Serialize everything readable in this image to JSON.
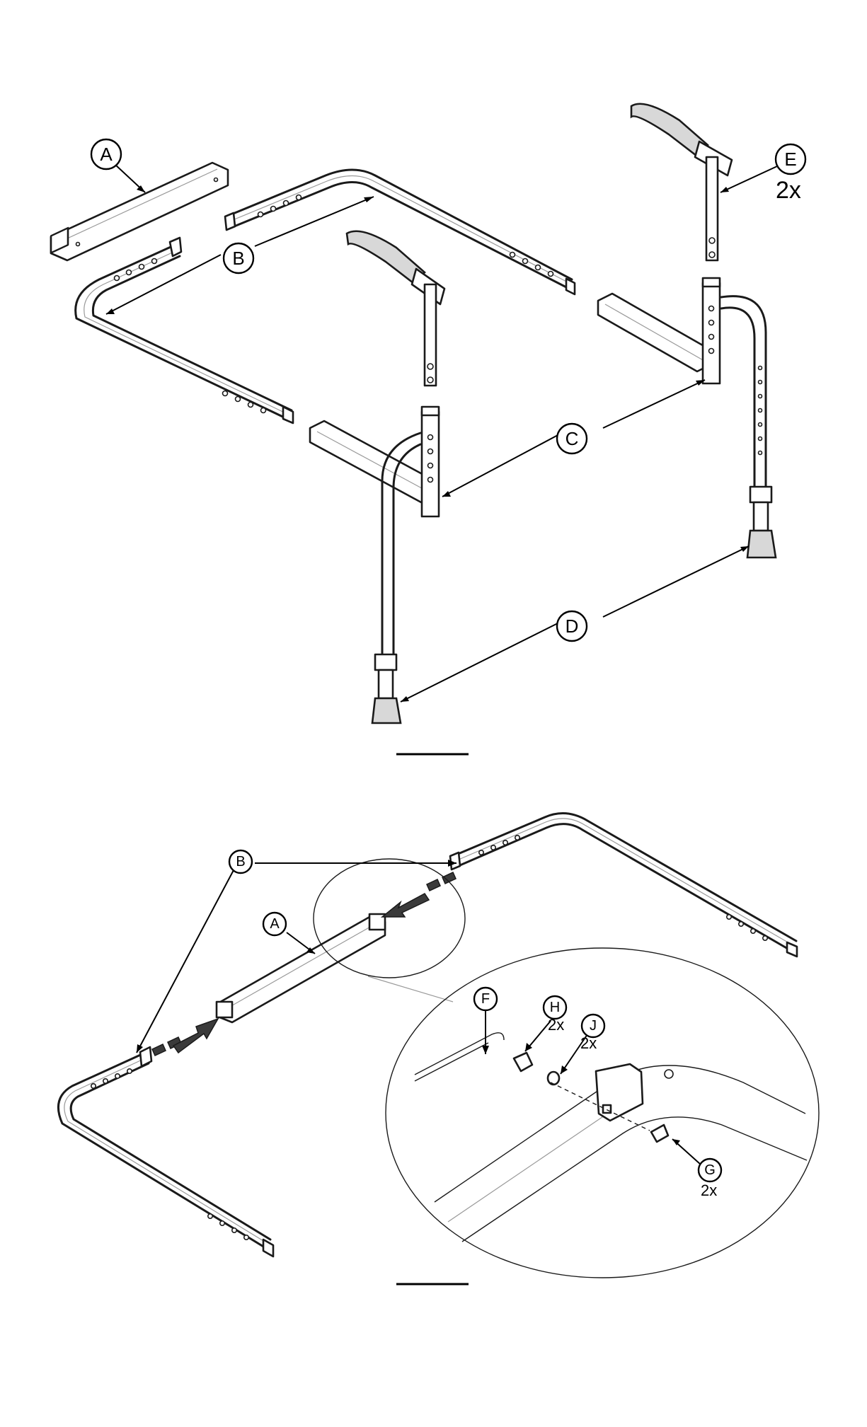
{
  "figure_top": {
    "callouts": {
      "a": "A",
      "b": "B",
      "c": "C",
      "d": "D",
      "e": "E"
    },
    "e_quantity": "2x"
  },
  "figure_bottom": {
    "callouts": {
      "a": "A",
      "b": "B",
      "f": "F",
      "g": "G",
      "h": "H",
      "j": "J"
    },
    "g_quantity": "2x",
    "h_quantity": "2x",
    "j_quantity": "2x"
  },
  "colors": {
    "line": "#1a1a1a",
    "arrow_fill": "#3a3a3a",
    "background": "#ffffff"
  }
}
